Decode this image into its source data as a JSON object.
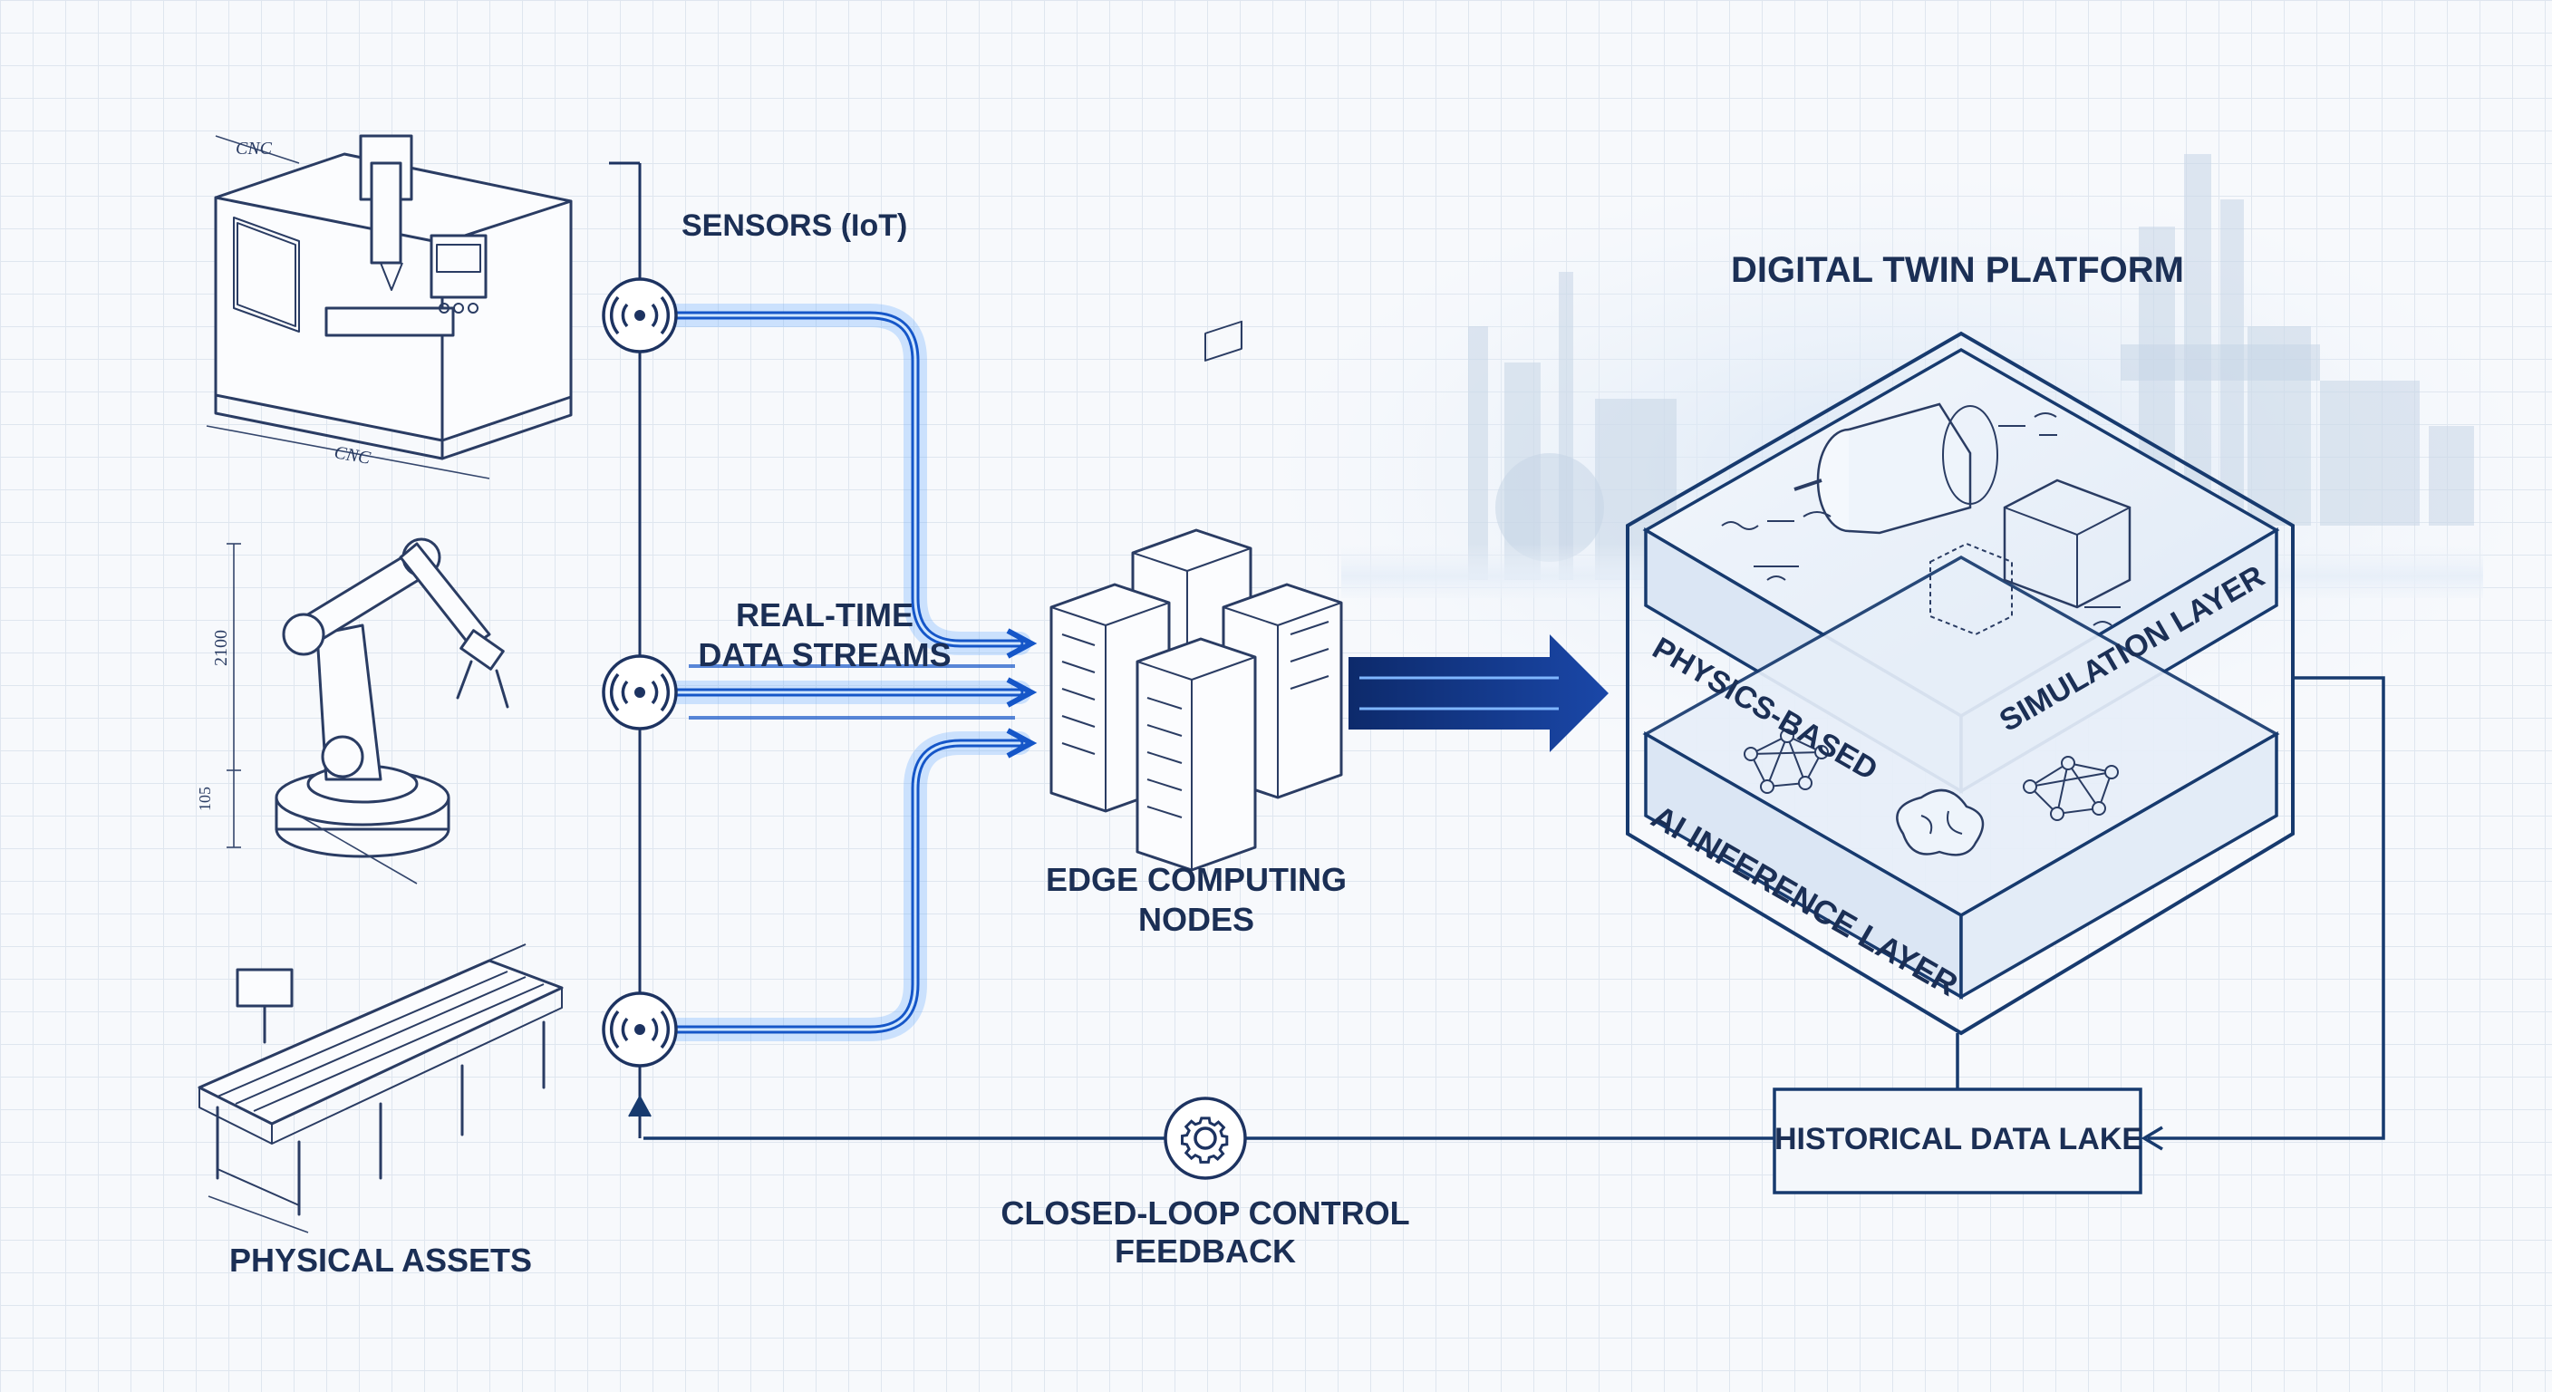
{
  "labels": {
    "sensors": "SENSORS (IoT)",
    "streams_line1": "REAL-TIME",
    "streams_line2": "DATA STREAMS",
    "edge_line1": "EDGE COMPUTING",
    "edge_line2": "NODES",
    "platform_title": "DIGITAL TWIN PLATFORM",
    "physics_layer_a": "PHYSICS-BASED",
    "physics_layer_b": "SIMULATION LAYER",
    "ai_layer": "AI INFERENCE LAYER",
    "data_lake": "HISTORICAL DATA LAKE",
    "feedback_line1": "CLOSED-LOOP CONTROL",
    "feedback_line2": "FEEDBACK",
    "physical_assets": "PHYSICAL ASSETS"
  },
  "drawing_annotations": {
    "cnc_top": "CNC",
    "cnc_bottom": "CNC",
    "robot_height": "2100",
    "robot_base": "105"
  },
  "icons": {
    "sensor": "wireless-signal-icon",
    "feedback": "gear-icon",
    "edge": "server-rack-icon"
  },
  "colors": {
    "flow_blue": "#1556c8",
    "glow_blue": "#5aa7ff",
    "navy": "#173a6e",
    "ink": "#1b2f55",
    "layer_fill": "#e4edf8"
  }
}
